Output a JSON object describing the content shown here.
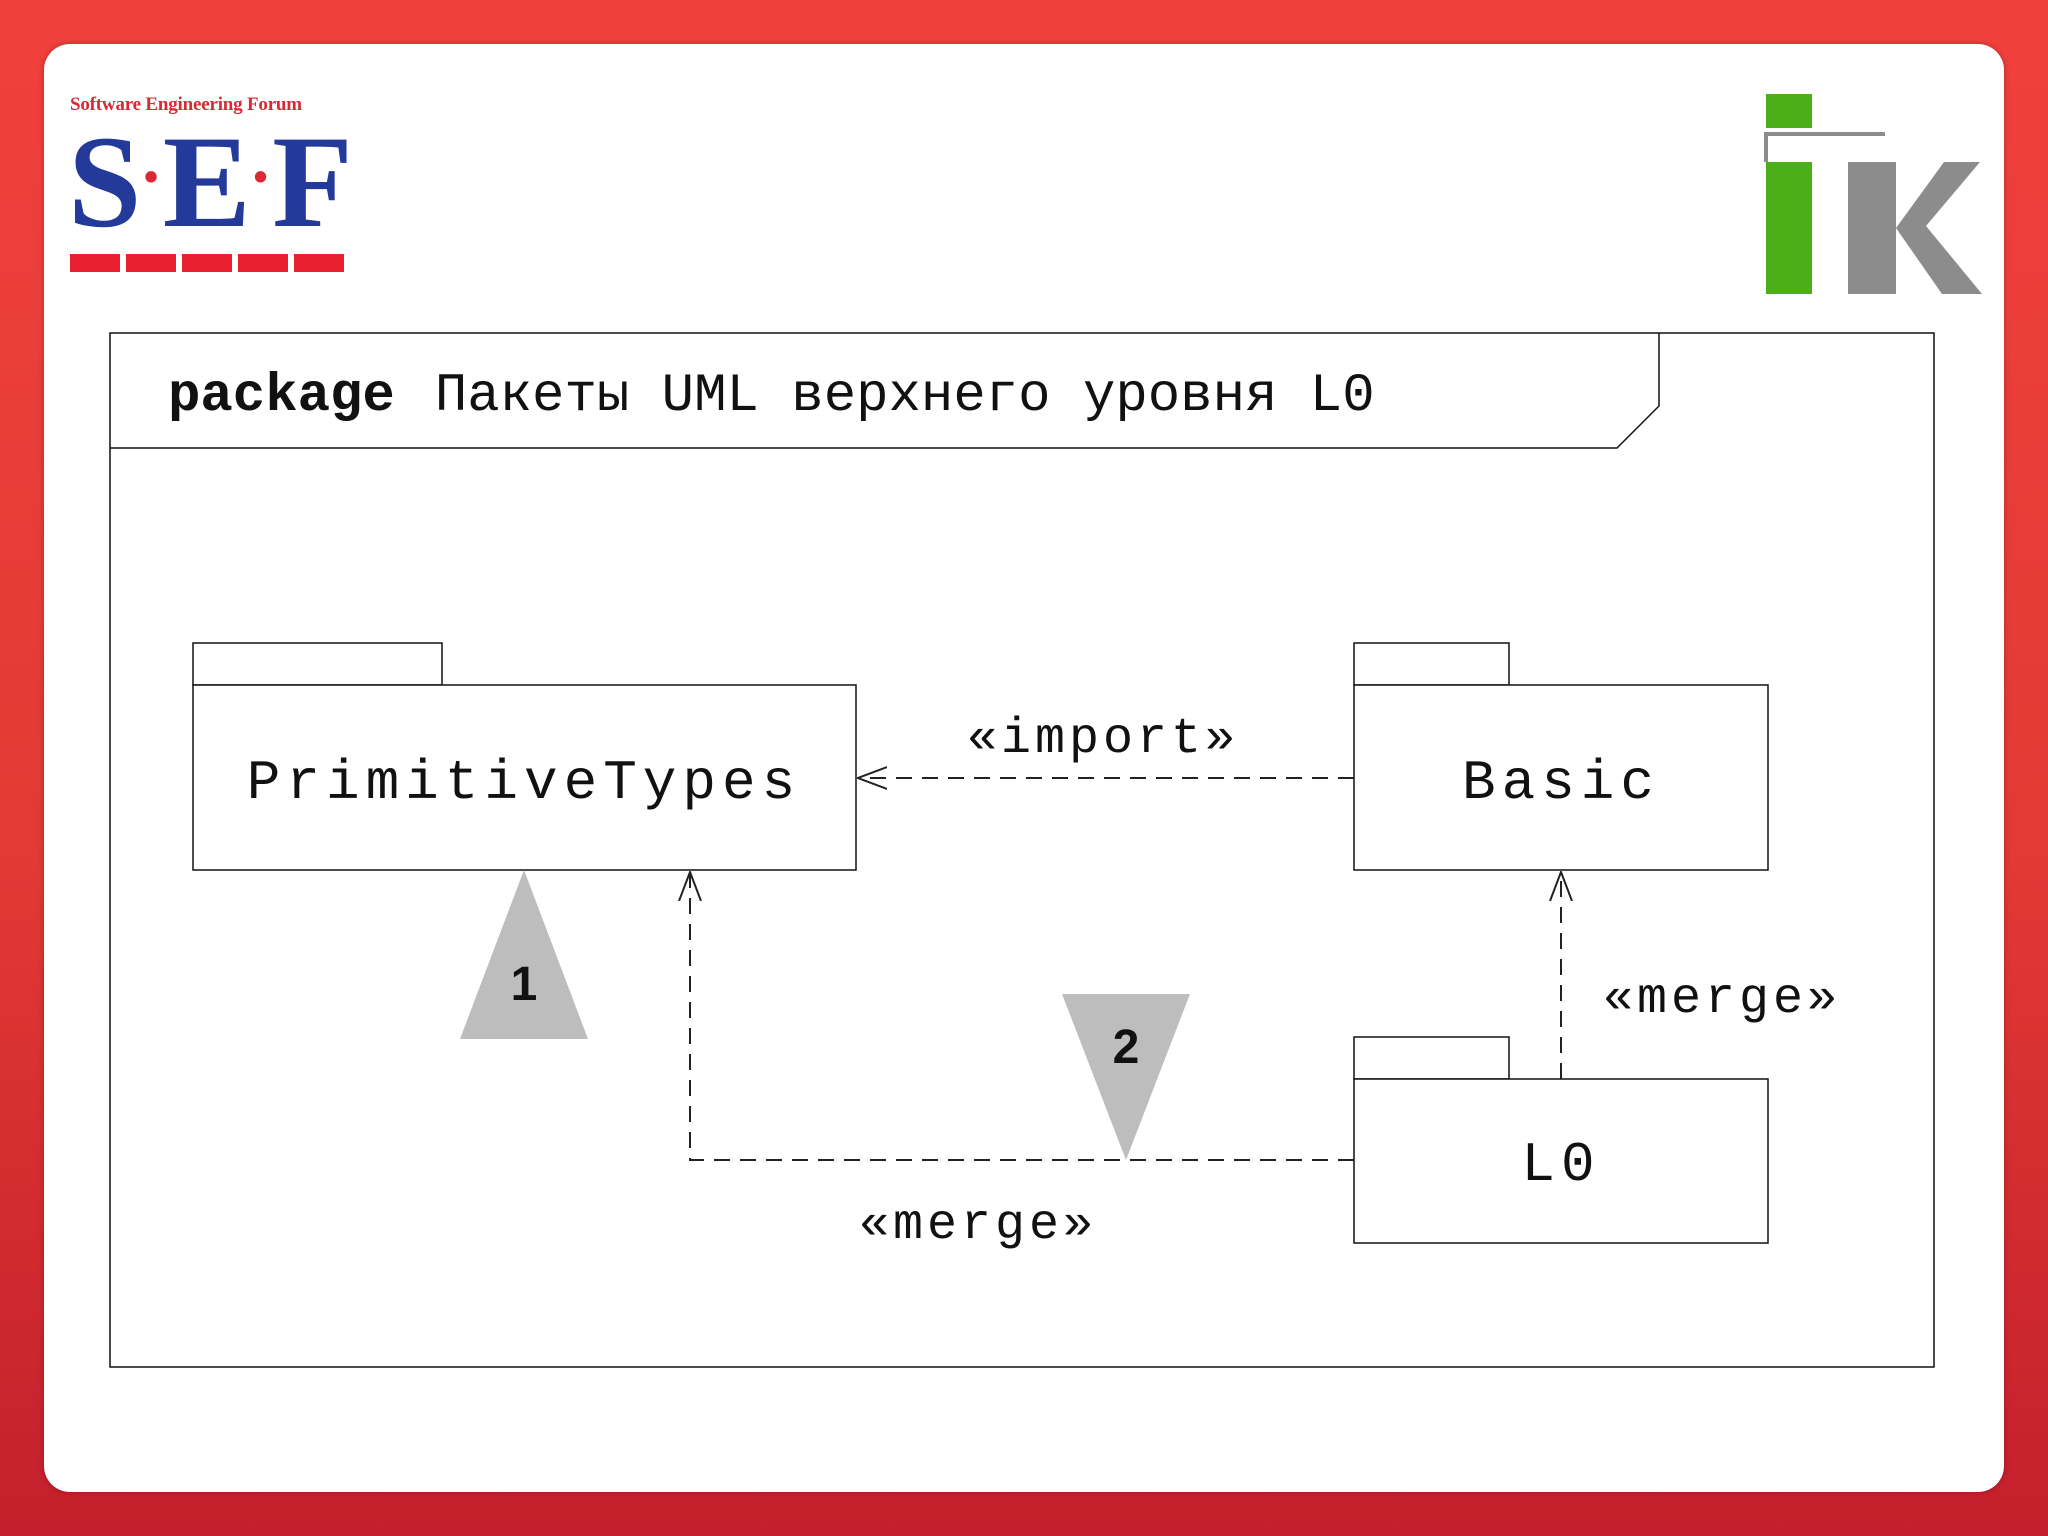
{
  "branding": {
    "sef_caption": "Software Engineering Forum",
    "sef_letters": [
      "S",
      "E",
      "F"
    ],
    "sef_dot": "·",
    "ik_logo_colors": {
      "green": "#4caf1a",
      "gray": "#8c8c8c"
    },
    "frame_color": "#e63b36",
    "sef_colors": {
      "blue": "#233a9a",
      "red": "#d62a35"
    }
  },
  "diagram": {
    "frame_keyword": "package",
    "frame_title": "Пакеты UML верхнего уровня L0",
    "packages": {
      "primitive_types": "PrimitiveTypes",
      "basic": "Basic",
      "l0": "L0"
    },
    "relations": {
      "import_label": "«import»",
      "merge_right_label": "«merge»",
      "merge_bottom_label": "«merge»"
    },
    "markers": {
      "marker_1": "1",
      "marker_2": "2"
    }
  }
}
